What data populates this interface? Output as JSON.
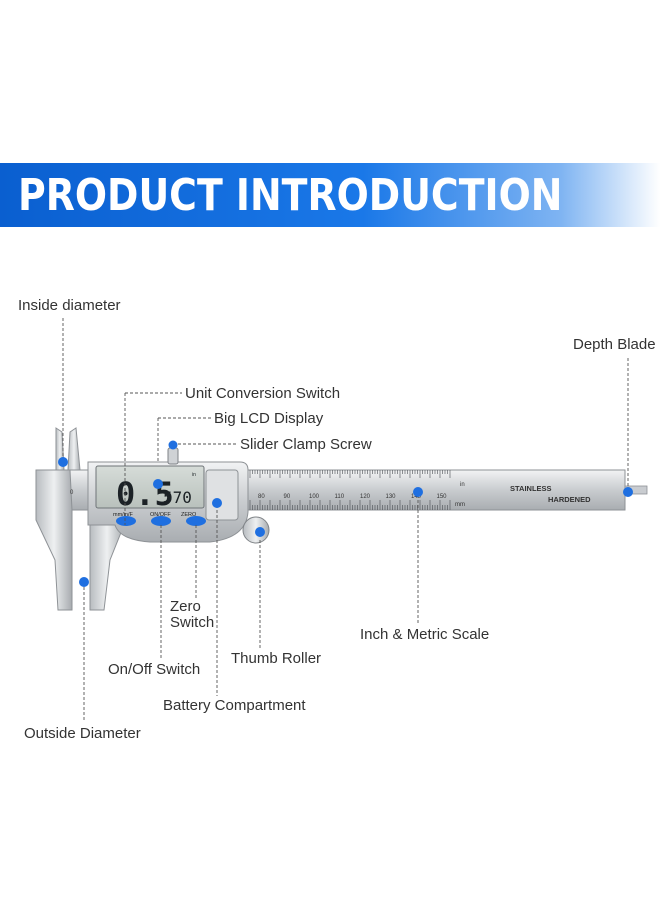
{
  "banner": {
    "title": "PRODUCT INTRODUCTION",
    "color": "#1a6fe0"
  },
  "labels": {
    "inside_diameter": "Inside diameter",
    "depth_blade": "Depth Blade",
    "unit_conversion_switch": "Unit Conversion Switch",
    "big_lcd_display": "Big LCD Display",
    "slider_clamp_screw": "Slider Clamp Screw",
    "zero_switch_line1": "Zero",
    "zero_switch_line2": "Switch",
    "thumb_roller": "Thumb Roller",
    "inch_metric_scale": "Inch & Metric Scale",
    "on_off_switch": "On/Off Switch",
    "battery_compartment": "Battery Compartment",
    "outside_diameter": "Outside Diameter"
  },
  "device": {
    "lcd_main": "0.5",
    "lcd_sub": "570",
    "lcd_unit": "in",
    "button_unit": "mm/in/F",
    "button_onoff": "ON/OFF",
    "button_zero": "ZERO",
    "scale_numbers": [
      "80",
      "90",
      "100",
      "110",
      "120",
      "130",
      "140",
      "150"
    ],
    "scale_in": "in",
    "scale_mm": "mm",
    "brand_line1": "STAINLESS",
    "brand_line2": "HARDENED",
    "scale_zero": "0"
  },
  "marker_color": "#1f6fe0"
}
